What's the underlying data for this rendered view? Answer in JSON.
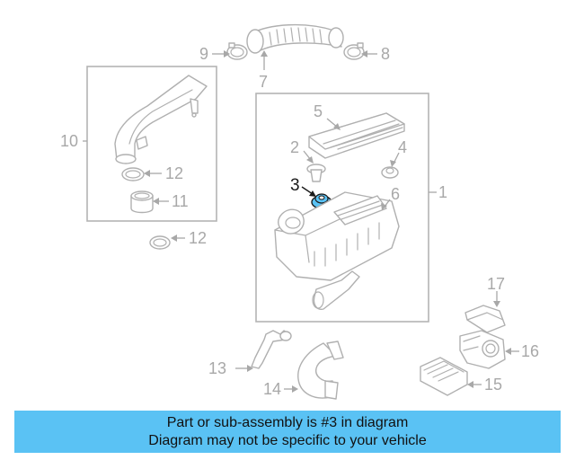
{
  "callouts": {
    "c1": "1",
    "c2": "2",
    "c3": "3",
    "c4": "4",
    "c5": "5",
    "c6": "6",
    "c7": "7",
    "c8": "8",
    "c9": "9",
    "c10": "10",
    "c11": "11",
    "c12a": "12",
    "c12b": "12",
    "c13": "13",
    "c14": "14",
    "c15": "15",
    "c16": "16",
    "c17": "17"
  },
  "highlight": {
    "part_number": "3",
    "color": "#5ac2f4"
  },
  "footer": {
    "line1": "Part or sub-assembly is #3 in diagram",
    "line2": "Diagram may not be specific to your vehicle",
    "background": "#5ac2f4"
  }
}
